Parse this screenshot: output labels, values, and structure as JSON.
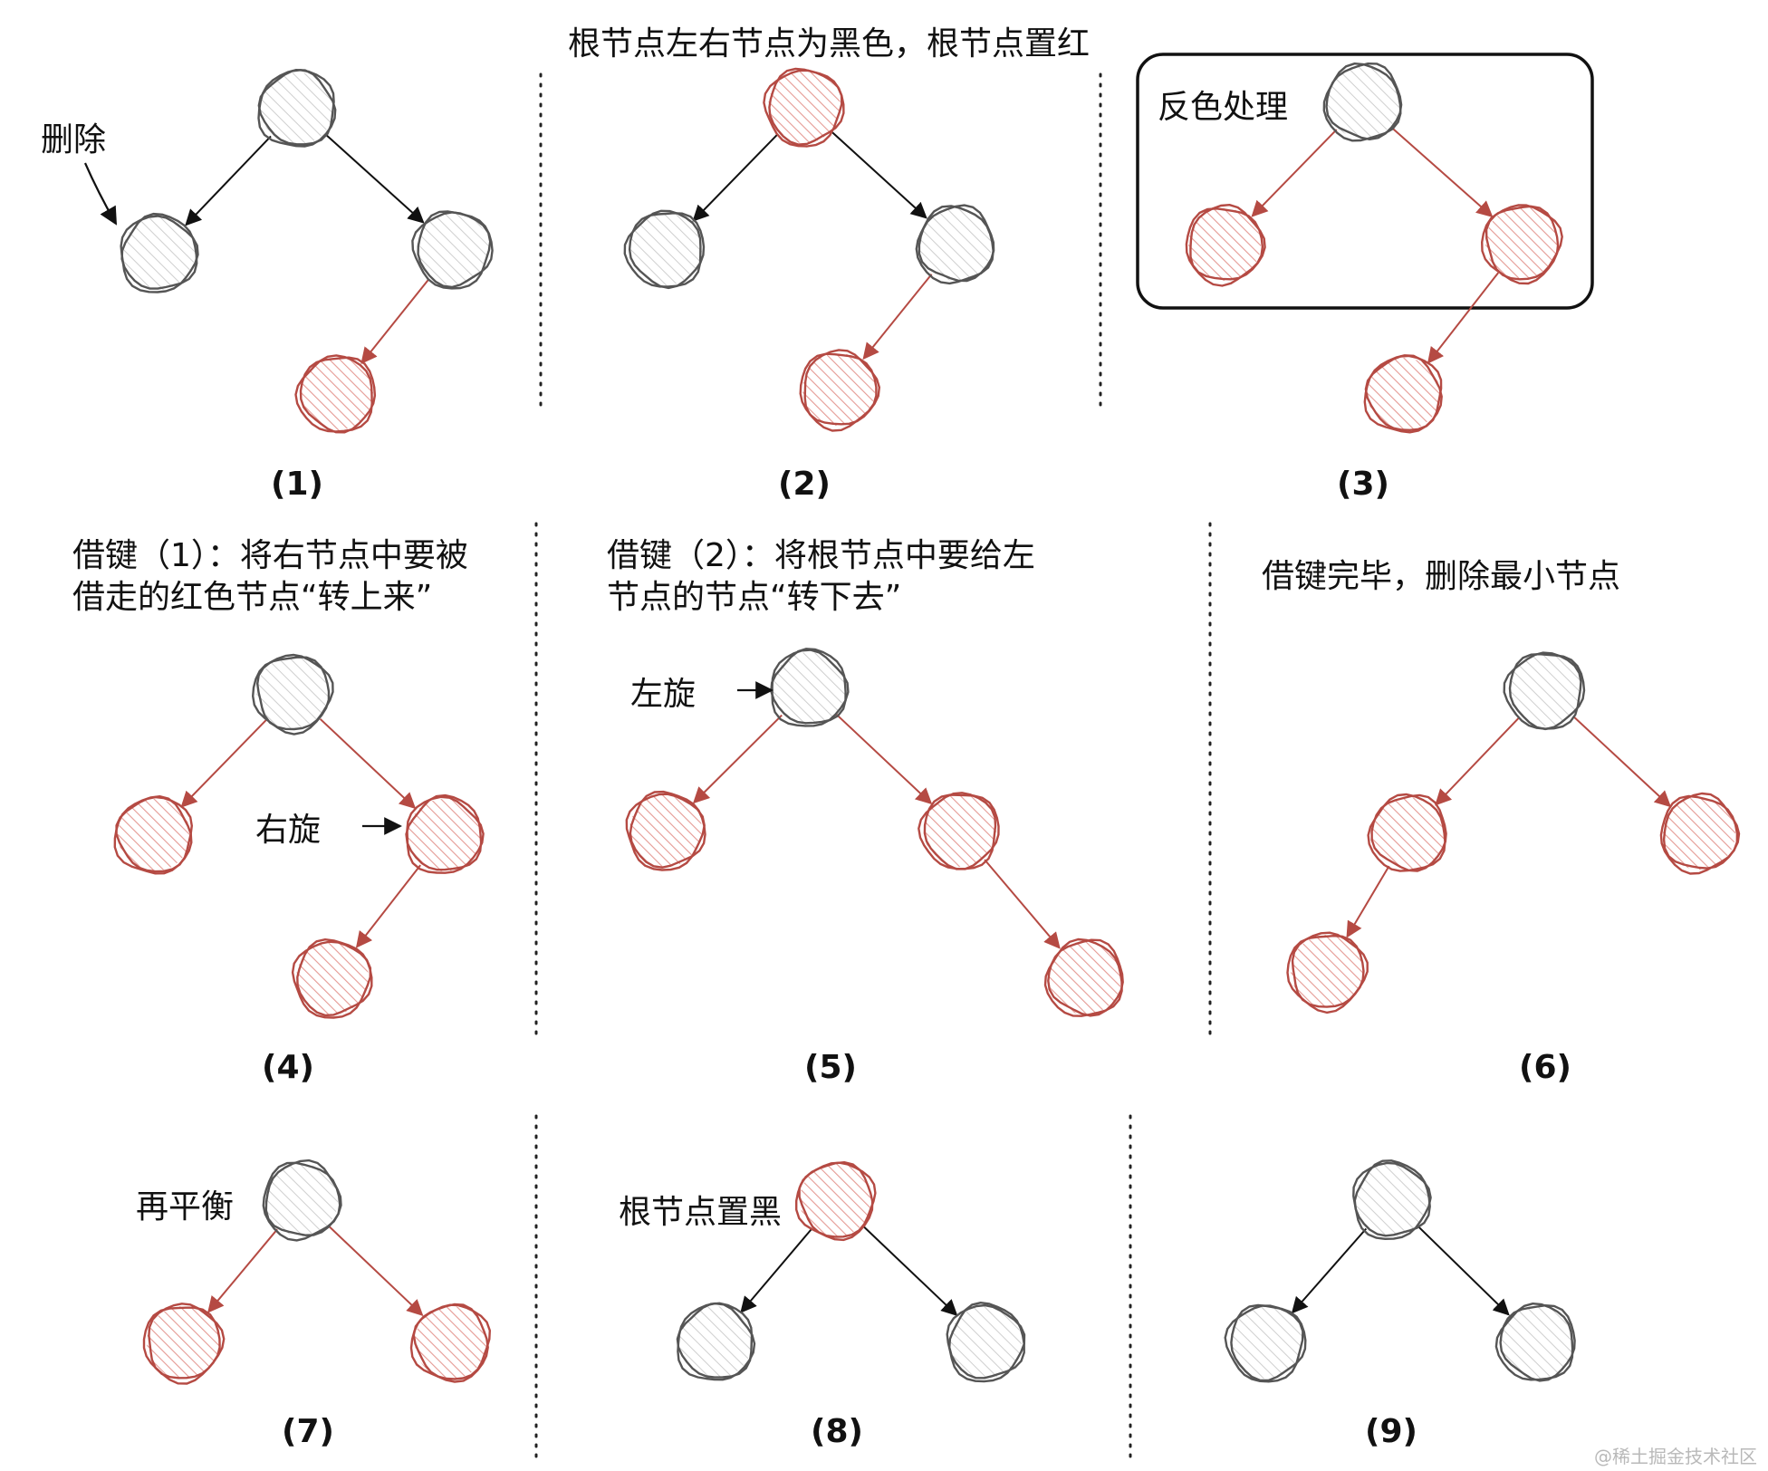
{
  "colors": {
    "black_node": "#555555",
    "red_node": "#b54a43",
    "edge_black": "#111111",
    "edge_red": "#b54a43",
    "separator": "#222222"
  },
  "panels": [
    {
      "number": "(1)",
      "title": "",
      "notes": [
        "删除"
      ]
    },
    {
      "number": "(2)",
      "title": "根节点左右节点为黑色，根节点置红",
      "notes": []
    },
    {
      "number": "(3)",
      "title": "",
      "notes": [
        "反色处理"
      ]
    },
    {
      "number": "(4)",
      "title_lines": [
        "借键（1）：将右节点中要被",
        "借走的红色节点“转上来”"
      ],
      "notes": [
        "右旋"
      ]
    },
    {
      "number": "(5)",
      "title_lines": [
        "借键（2）：将根节点中要给左",
        "节点的节点“转下去”"
      ],
      "notes": [
        "左旋"
      ]
    },
    {
      "number": "(6)",
      "title": "借键完毕，删除最小节点",
      "notes": []
    },
    {
      "number": "(7)",
      "title": "",
      "notes": [
        "再平衡"
      ]
    },
    {
      "number": "(8)",
      "title": "",
      "notes": [
        "根节点置黑"
      ]
    },
    {
      "number": "(9)",
      "title": "",
      "notes": []
    }
  ],
  "watermark": "@稀土掘金技术社区"
}
